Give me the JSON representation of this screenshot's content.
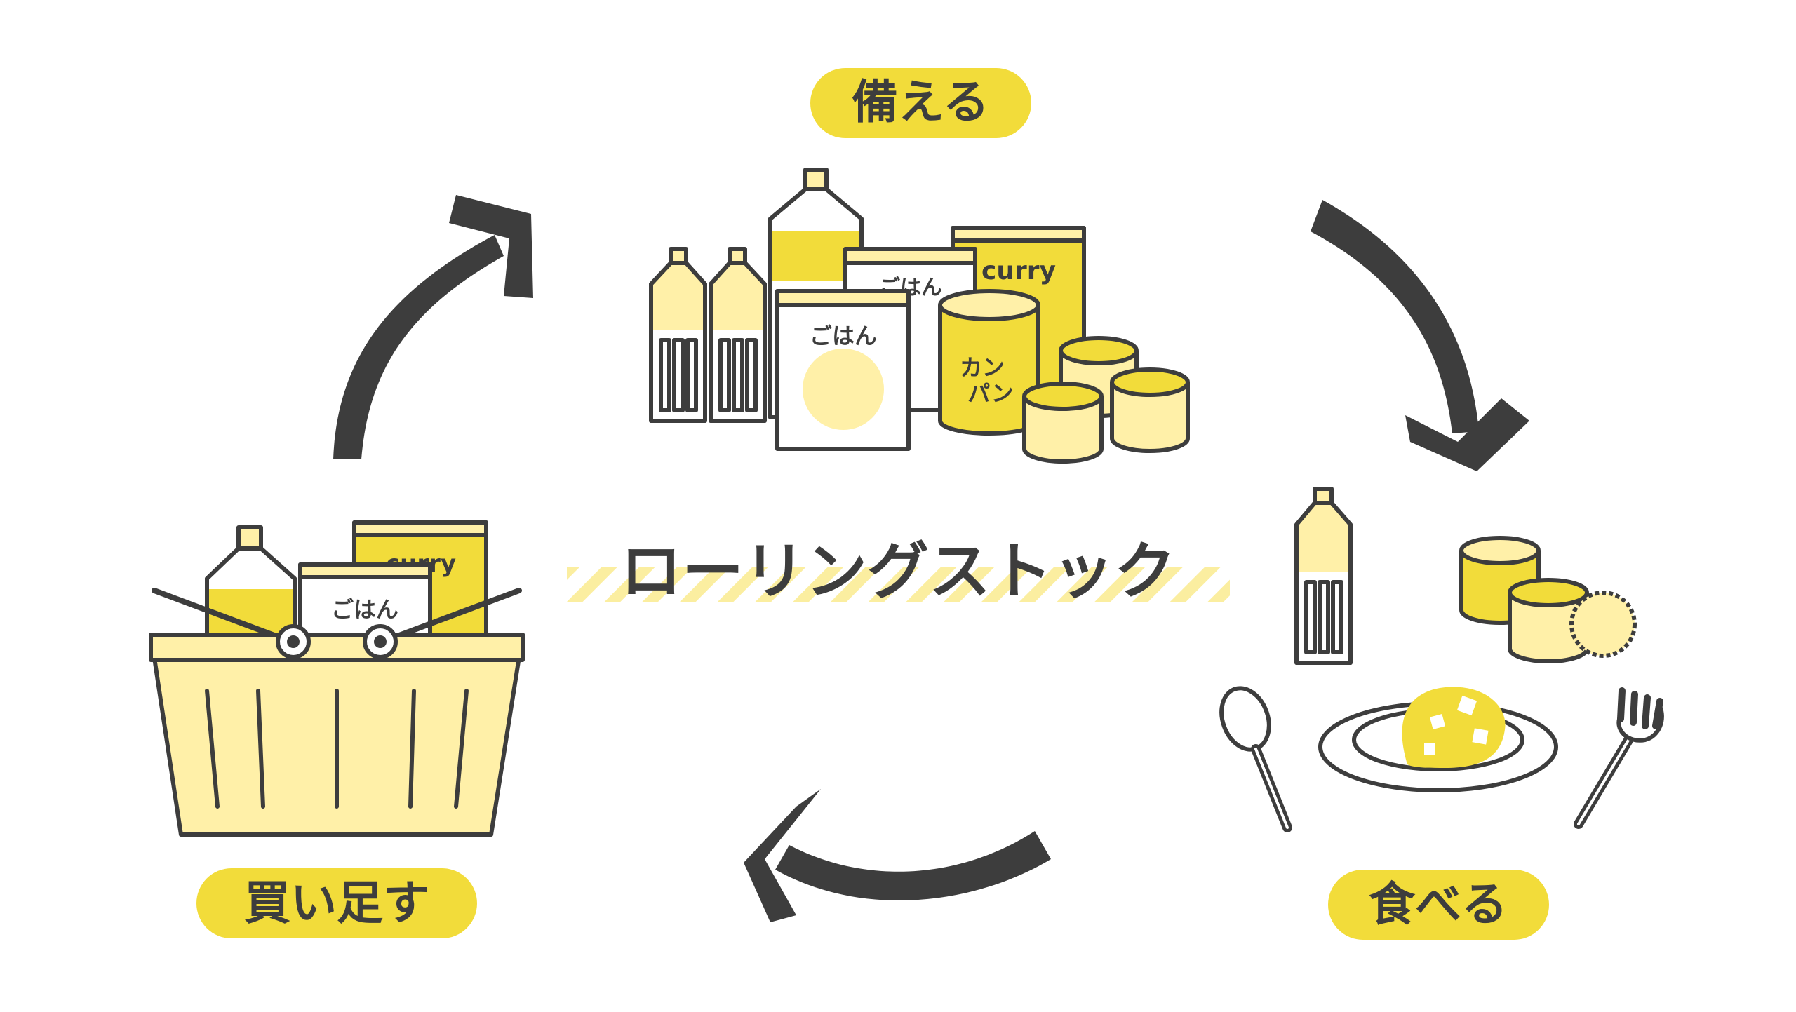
{
  "diagram": {
    "title": "ローリングストック",
    "steps": {
      "prepare": "備える",
      "eat": "食べる",
      "replenish": "買い足す"
    },
    "package_labels": {
      "rice": "ごはん",
      "curry": "curry",
      "kanpan_line1": "カン",
      "kanpan_line2": "パン"
    },
    "colors": {
      "yellow": "#f2dc3a",
      "light_yellow": "#fff0a8",
      "outline": "#3d3d3d",
      "arrow": "#3d3d3d"
    }
  }
}
